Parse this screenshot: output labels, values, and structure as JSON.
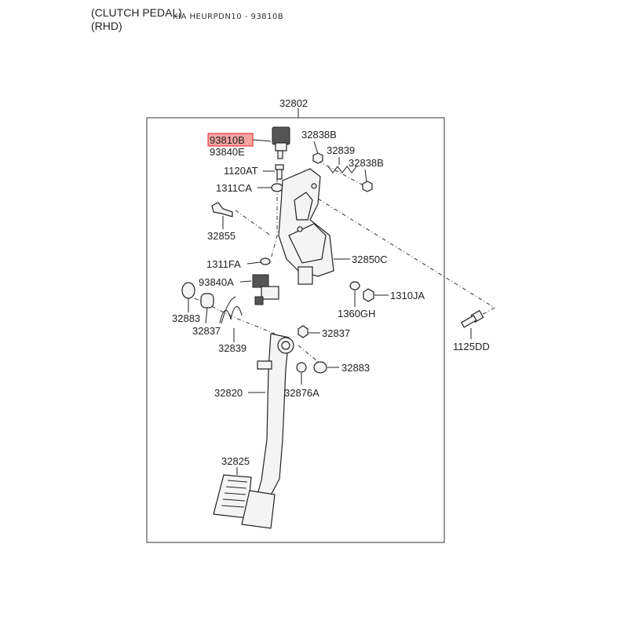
{
  "header": {
    "line1": "(CLUTCH PEDAL)",
    "line2": "(RHD)",
    "source": "KIA HEURPDN10 - 93810B"
  },
  "labels": {
    "assembly": "32802",
    "highlighted": "93810B",
    "p93840E": "93840E",
    "p32838B_a": "32838B",
    "p32839_top": "32839",
    "p32838B_b": "32838B",
    "p1120AT": "1120AT",
    "p1311CA": "1311CA",
    "p32855": "32855",
    "p32850C": "32850C",
    "p1311FA": "1311FA",
    "p93840A": "93840A",
    "p1360GH": "1360GH",
    "p1310JA": "1310JA",
    "p1125DD": "1125DD",
    "p32883_left": "32883",
    "p32837_left": "32837",
    "p32837_right": "32837",
    "p32839_bot": "32839",
    "p32883_right": "32883",
    "p32820": "32820",
    "p32876A": "32876A",
    "p32825": "32825"
  },
  "colors": {
    "highlight_fill": "#f4a3a3",
    "highlight_stroke": "#e02020",
    "line": "#222222",
    "background": "#ffffff"
  }
}
